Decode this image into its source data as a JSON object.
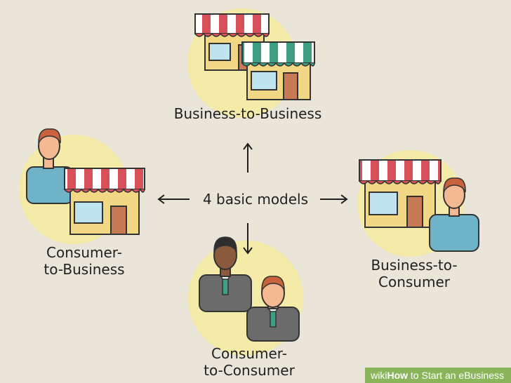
{
  "center": {
    "text": "4 basic models"
  },
  "models": {
    "b2b": {
      "text": "Business-to-Business"
    },
    "c2b": {
      "line1": "Consumer-",
      "line2": "to-Business"
    },
    "b2c": {
      "line1": "Business-to-",
      "line2": "Consumer"
    },
    "c2c": {
      "line1": "Consumer-",
      "line2": "to-Consumer"
    }
  },
  "watermark": {
    "prefix": "wiki",
    "how": "How",
    "rest": " to Start an eBusiness"
  },
  "colors": {
    "background": "#e9e6d9",
    "highlight_circle": "#f5ec9a",
    "awning_red": "#d9505a",
    "awning_green": "#3d9e84",
    "house_wall": "#f2d884",
    "shirt_blue": "#6fb3c9",
    "suit_gray": "#6b6b6b",
    "watermark_green": "#8ab55a"
  }
}
